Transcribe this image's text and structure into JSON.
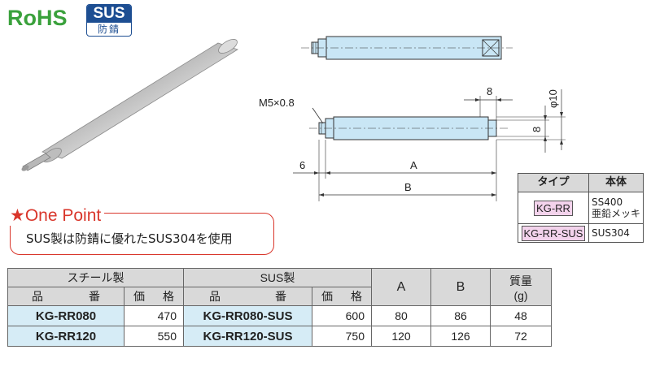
{
  "badges": {
    "rohs": "RoHS",
    "sus_top": "SUS",
    "sus_bottom": "防錆"
  },
  "drawing": {
    "thread_label": "M5×0.8",
    "dim_8_top": "8",
    "dim_phi10": "φ10",
    "dim_8_side": "8",
    "dim_6": "6",
    "dim_A": "A",
    "dim_B": "B"
  },
  "type_table": {
    "headers": [
      "タイプ",
      "本体"
    ],
    "rows": [
      {
        "type": "KG-RR",
        "body": [
          "SS400",
          "亜鉛メッキ"
        ]
      },
      {
        "type": "KG-RR-SUS",
        "body": [
          "SUS304"
        ]
      }
    ]
  },
  "one_point": {
    "title": "One Point",
    "text": "SUS製は防錆に優れたSUS304を使用"
  },
  "main_table": {
    "group_steel": "スチール製",
    "group_sus": "SUS製",
    "sub_part": [
      "品",
      "番"
    ],
    "sub_price": [
      "価",
      "格"
    ],
    "col_A": "A",
    "col_B": "B",
    "col_mass": "質量",
    "col_mass_unit": "(g)",
    "rows": [
      {
        "steel_code": "KG-RR080",
        "steel_price": "470",
        "sus_code": "KG-RR080-SUS",
        "sus_price": "600",
        "A": "80",
        "B": "86",
        "mass": "48"
      },
      {
        "steel_code": "KG-RR120",
        "steel_price": "550",
        "sus_code": "KG-RR120-SUS",
        "sus_price": "750",
        "A": "120",
        "B": "126",
        "mass": "72"
      }
    ]
  },
  "colors": {
    "rohs_green": "#3aa13c",
    "sus_blue": "#1d4e92",
    "accent_red": "#d9362b",
    "code_cell": "#d6ecf6",
    "part_fill": "#c9e6f5",
    "tag_pink": "#f3d3ec"
  }
}
